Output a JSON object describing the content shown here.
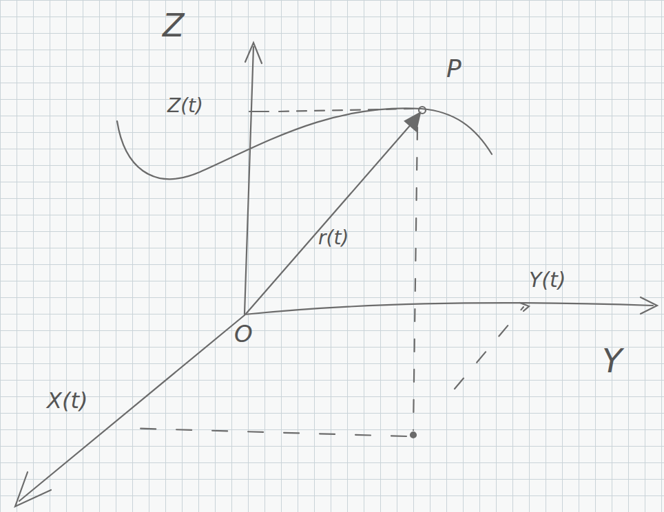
{
  "diagram": {
    "labels": [
      "Z",
      "Z(t)",
      "P",
      "r(t)",
      "Y(t)",
      "Y",
      "O",
      "X(t)"
    ]
  }
}
